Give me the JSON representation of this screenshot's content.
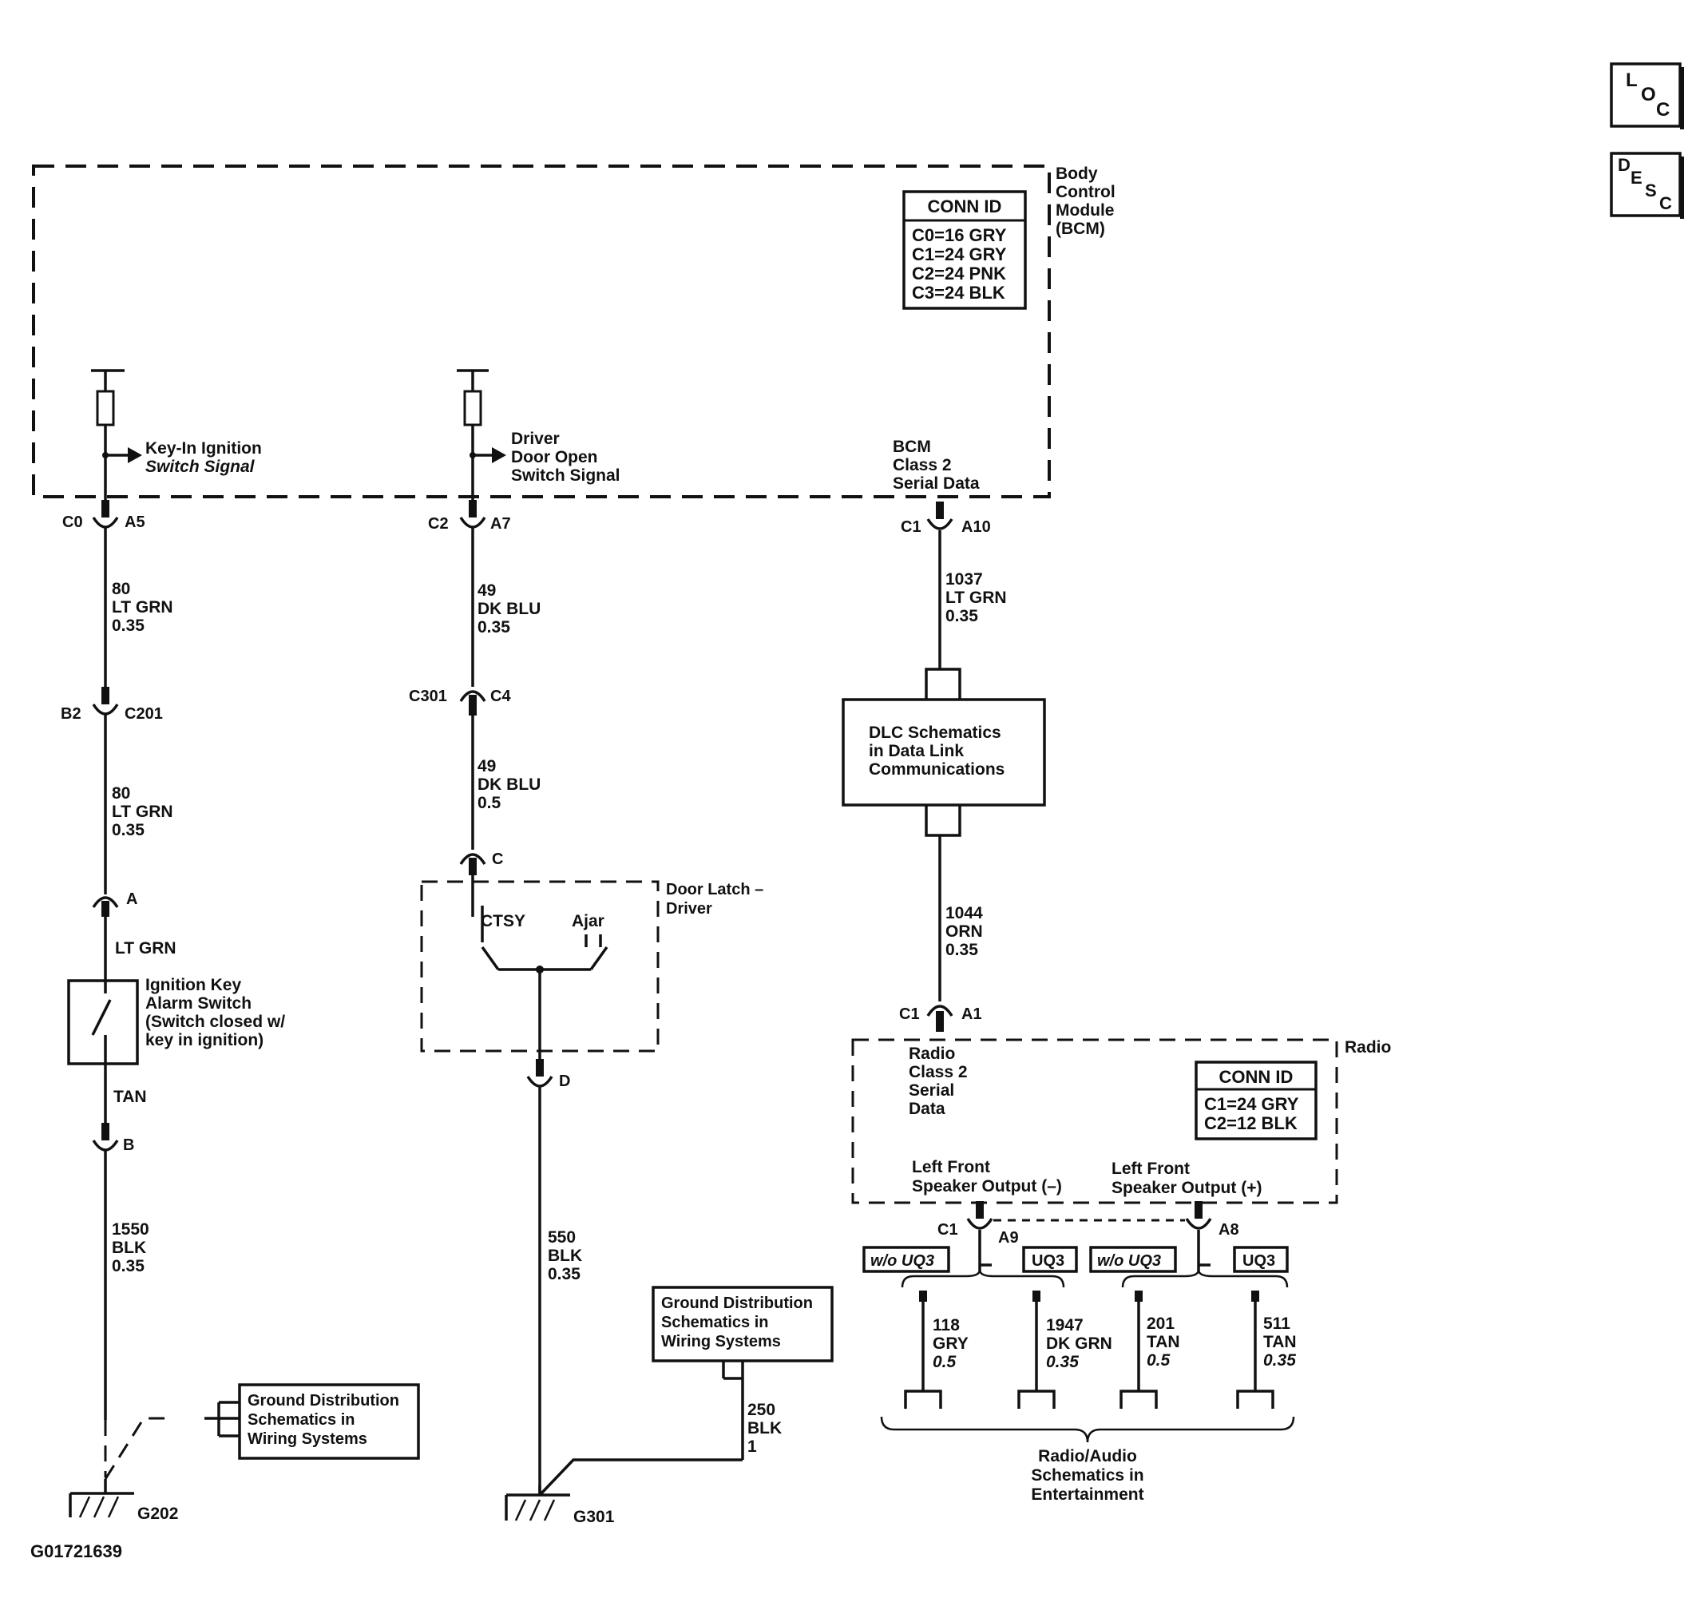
{
  "page_buttons": {
    "loc": [
      "L",
      "O",
      "C"
    ],
    "desc": [
      "D",
      "E",
      "S",
      "C"
    ]
  },
  "bcm": {
    "title_lines": [
      "Body",
      "Control",
      "Module",
      "(BCM)"
    ],
    "conn_id_title": "CONN ID",
    "conn_id_lines": [
      "C0=16 GRY",
      "C1=24 GRY",
      "C2=24 PNK",
      "C3=24 BLK"
    ],
    "signal1_lines": [
      "Key-In Ignition",
      "Switch Signal"
    ],
    "signal2_lines": [
      "Driver",
      "Door Open",
      "Switch Signal"
    ],
    "serial_lines": [
      "BCM",
      "Class 2",
      "Serial Data"
    ]
  },
  "circuit1": {
    "conn_c0": "C0",
    "pin_a5": "A5",
    "wire1": [
      "80",
      "LT GRN",
      "0.35"
    ],
    "pin_b2": "B2",
    "conn_c201": "C201",
    "wire2": [
      "80",
      "LT GRN",
      "0.35"
    ],
    "pin_a": "A",
    "wire3": "LT GRN",
    "switch_lines": [
      "Ignition Key",
      "Alarm Switch",
      "(Switch closed w/",
      "key in ignition)"
    ],
    "wire4": "TAN",
    "pin_b": "B",
    "wire5": [
      "1550",
      "BLK",
      "0.35"
    ],
    "ground_ref_lines": [
      "Ground Distribution",
      "Schematics in",
      "Wiring Systems"
    ],
    "ground": "G202"
  },
  "circuit2": {
    "conn_c2": "C2",
    "pin_a7": "A7",
    "wire1": [
      "49",
      "DK BLU",
      "0.35"
    ],
    "conn_c301": "C301",
    "pin_c4": "C4",
    "wire2": [
      "49",
      "DK BLU",
      "0.5"
    ],
    "pin_c": "C",
    "latch_lines": [
      "Door Latch –",
      "Driver"
    ],
    "ctsy": "CTSY",
    "ajar": "Ajar",
    "pin_d": "D",
    "wire3": [
      "550",
      "BLK",
      "0.35"
    ],
    "ground_ref_lines": [
      "Ground Distribution",
      "Schematics in",
      "Wiring Systems"
    ],
    "wire4": [
      "250",
      "BLK",
      "1"
    ],
    "ground": "G301"
  },
  "circuit3": {
    "conn_c1": "C1",
    "pin_a10": "A10",
    "wire1": [
      "1037",
      "LT GRN",
      "0.35"
    ],
    "dlc_lines": [
      "DLC Schematics",
      "in Data Link",
      "Communications"
    ],
    "wire2": [
      "1044",
      "ORN",
      "0.35"
    ],
    "conn_c1b": "C1",
    "pin_a1": "A1"
  },
  "radio": {
    "title": "Radio",
    "serial_lines": [
      "Radio",
      "Class 2",
      "Serial",
      "Data"
    ],
    "conn_id_title": "CONN ID",
    "conn_id_lines": [
      "C1=24 GRY",
      "C2=12 BLK"
    ],
    "lf_neg_lines": [
      "Left Front",
      "Speaker Output (–)"
    ],
    "lf_pos_lines": [
      "Left Front",
      "Speaker Output (+)"
    ],
    "conn_c1": "C1",
    "pin_a9": "A9",
    "pin_a8": "A8",
    "opt_wo_uq3_1": "w/o UQ3",
    "opt_uq3_1": "UQ3",
    "opt_wo_uq3_2": "w/o UQ3",
    "opt_uq3_2": "UQ3",
    "wire_118": [
      "118",
      "GRY",
      "0.5"
    ],
    "wire_1947": [
      "1947",
      "DK GRN",
      "0.35"
    ],
    "wire_201": [
      "201",
      "TAN",
      "0.5"
    ],
    "wire_511": [
      "511",
      "TAN",
      "0.35"
    ],
    "audio_ref_lines": [
      "Radio/Audio",
      "Schematics in",
      "Entertainment"
    ]
  },
  "figure_id": "G01721639"
}
